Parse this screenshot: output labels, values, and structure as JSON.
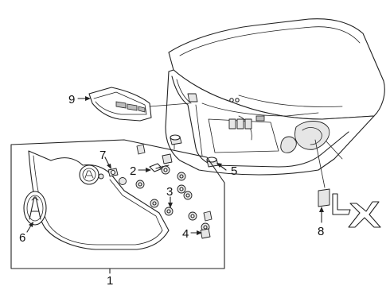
{
  "callouts": [
    {
      "id": "1",
      "label": "1",
      "part": "trunk garnish assembly"
    },
    {
      "id": "2",
      "label": "2",
      "part": "bolt"
    },
    {
      "id": "3",
      "label": "3",
      "part": "grommet nut"
    },
    {
      "id": "4",
      "label": "4",
      "part": "nut"
    },
    {
      "id": "5",
      "label": "5",
      "part": "bumper rubber"
    },
    {
      "id": "6",
      "label": "6",
      "part": "emblem"
    },
    {
      "id": "7",
      "label": "7",
      "part": "clip nut"
    },
    {
      "id": "8",
      "label": "8",
      "part": "model emblem"
    },
    {
      "id": "9",
      "label": "9",
      "part": "handle garnish"
    }
  ]
}
